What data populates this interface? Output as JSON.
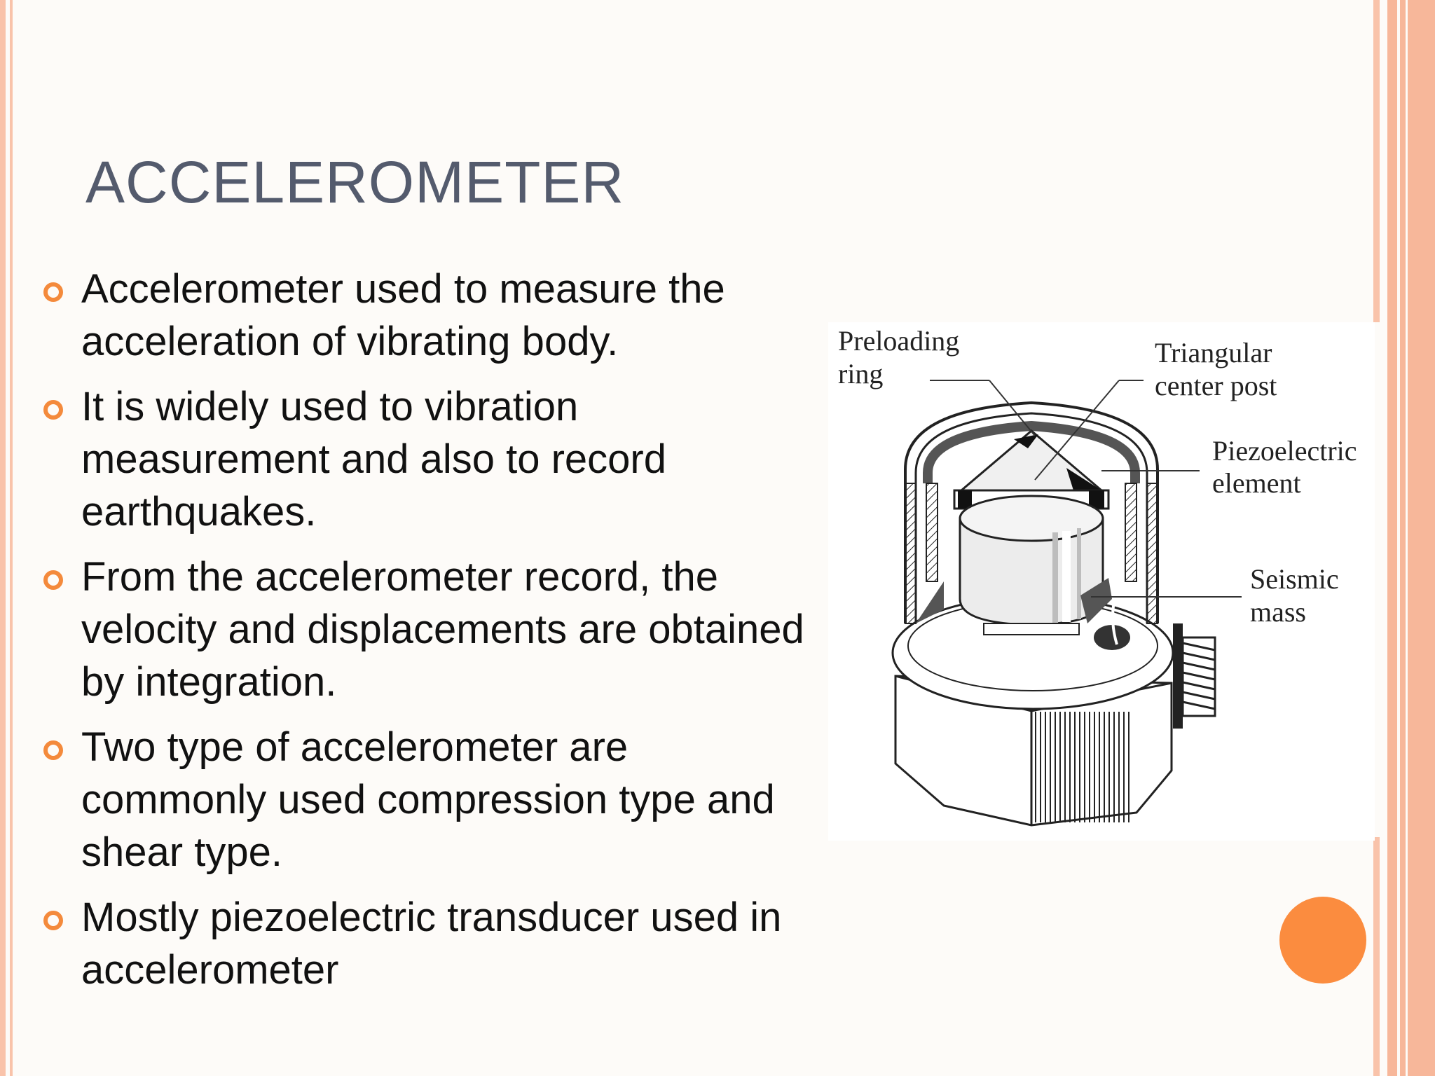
{
  "slide": {
    "title": "ACCELEROMETER",
    "bullets": [
      {
        "text": "Accelerometer used to measure the acceleration of vibrating body."
      },
      {
        "text": "It is widely used to vibration measurement and also to record earthquakes."
      },
      {
        "text": "From the accelerometer record, the velocity and displacements are obtained by integration."
      },
      {
        "text": "Two type of accelerometer are commonly used compression type and shear type."
      },
      {
        "text": "Mostly piezoelectric transducer used in accelerometer"
      }
    ]
  },
  "diagram": {
    "labels": {
      "preloading_ring_1": "Preloading",
      "preloading_ring_2": "ring",
      "triangular_post_1": "Triangular",
      "triangular_post_2": "center post",
      "piezo_1": "Piezoelectric",
      "piezo_2": "element",
      "seismic_1": "Seismic",
      "seismic_2": "mass"
    }
  },
  "colors": {
    "accent": "#f48a3c",
    "border": "#f9c3aa",
    "title": "#545b6d"
  }
}
